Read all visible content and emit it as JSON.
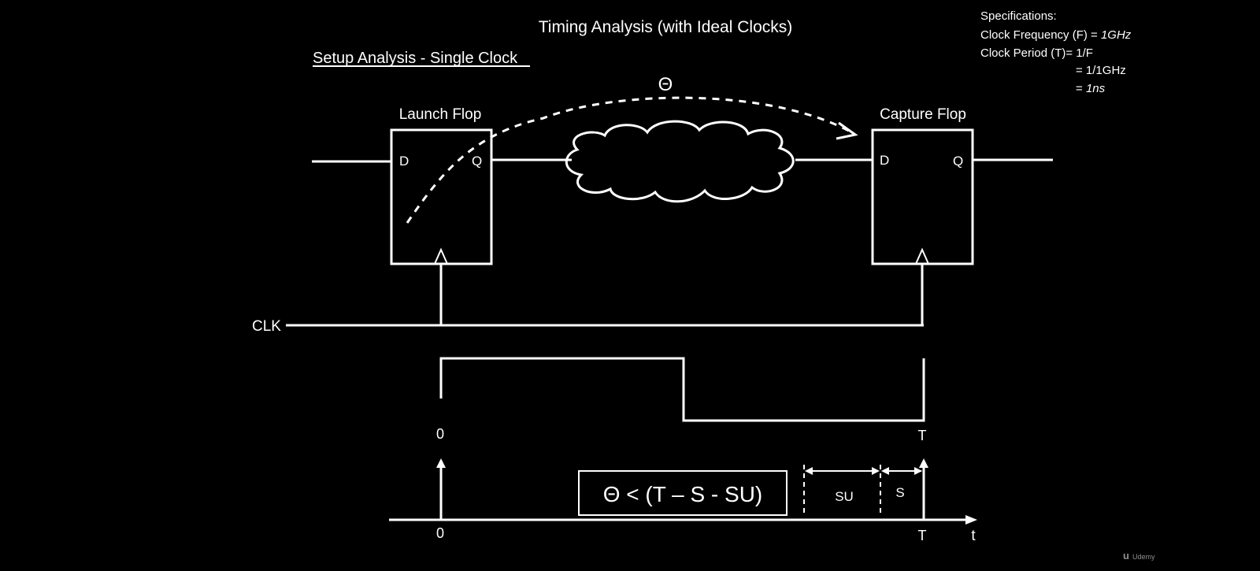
{
  "title": "Timing Analysis (with Ideal Clocks)",
  "subtitle": "Setup Analysis - Single Clock",
  "specifications": {
    "heading": "Specifications:",
    "freq_label": "Clock Frequency (F) = ",
    "freq_value": "1GHz",
    "period_label": "Clock Period (T)= 1/F",
    "period_step1": "= 1/1GHz",
    "period_step2_eq": "= ",
    "period_step2_value": "1ns"
  },
  "launch_flop": {
    "label": "Launch Flop",
    "d": "D",
    "q": "Q"
  },
  "capture_flop": {
    "label": "Capture Flop",
    "d": "D",
    "q": "Q"
  },
  "theta_label": "Θ",
  "clk_label": "CLK",
  "waveform": {
    "start": "0",
    "end": "T"
  },
  "timeline": {
    "start": "0",
    "end": "T",
    "axis": "t",
    "su_label": "SU",
    "s_label": "S",
    "equation": "Θ < (T – S - SU)"
  },
  "watermark": "Udemy"
}
